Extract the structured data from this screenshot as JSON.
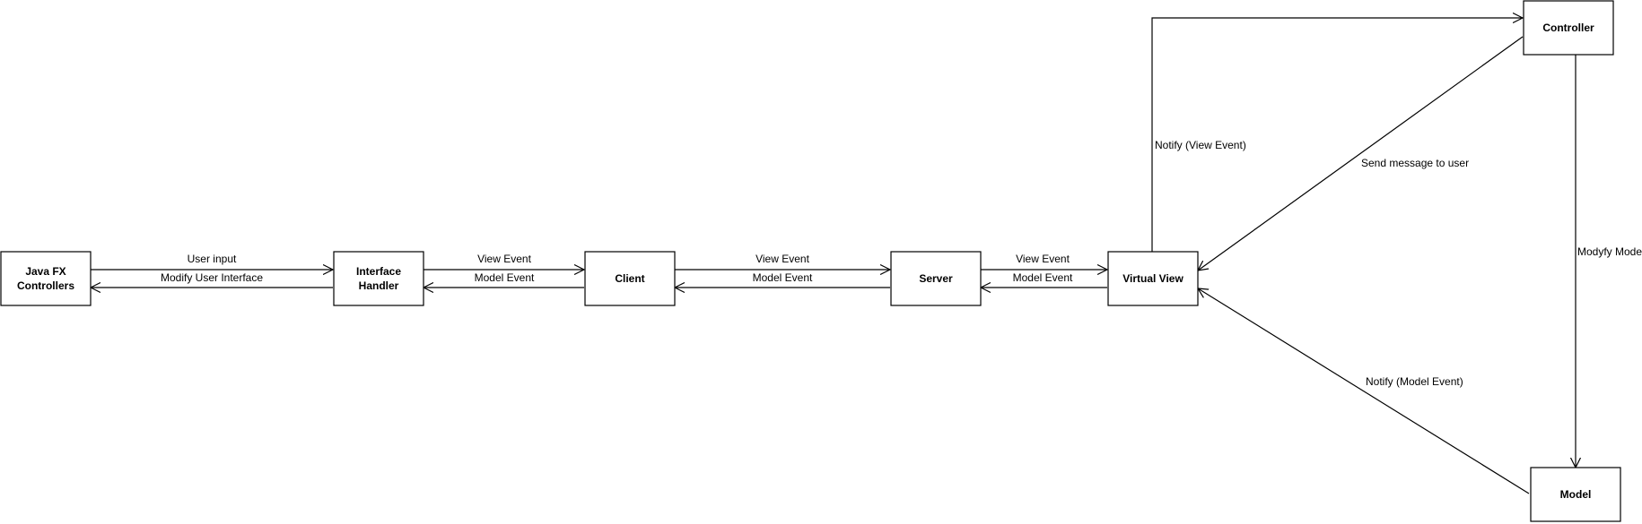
{
  "nodes": {
    "javafx": {
      "lines": [
        "Java FX",
        "Controllers"
      ]
    },
    "interface_handler": {
      "lines": [
        "Interface",
        "Handler"
      ]
    },
    "client": {
      "lines": [
        "Client"
      ]
    },
    "server": {
      "lines": [
        "Server"
      ]
    },
    "virtual_view": {
      "lines": [
        "Virtual View"
      ]
    },
    "controller": {
      "lines": [
        "Controller"
      ]
    },
    "model": {
      "lines": [
        "Model"
      ]
    }
  },
  "edges": {
    "user_input": {
      "from": "javafx",
      "to": "interface_handler",
      "label": "User input"
    },
    "modify_ui": {
      "from": "interface_handler",
      "to": "javafx",
      "label": "Modify User Interface"
    },
    "view_event_1": {
      "from": "interface_handler",
      "to": "client",
      "label": "View Event"
    },
    "model_event_1": {
      "from": "client",
      "to": "interface_handler",
      "label": "Model Event"
    },
    "view_event_2": {
      "from": "client",
      "to": "server",
      "label": "View Event"
    },
    "model_event_2": {
      "from": "server",
      "to": "client",
      "label": "Model Event"
    },
    "view_event_3": {
      "from": "server",
      "to": "virtual_view",
      "label": "View Event"
    },
    "model_event_3": {
      "from": "virtual_view",
      "to": "server",
      "label": "Model Event"
    },
    "notify_view_event": {
      "from": "virtual_view",
      "to": "controller",
      "label": "Notify (View Event)"
    },
    "send_message": {
      "from": "controller",
      "to": "virtual_view",
      "label": "Send message to user"
    },
    "modify_model": {
      "from": "controller",
      "to": "model",
      "label": "Modyfy Model"
    },
    "notify_model_event": {
      "from": "model",
      "to": "virtual_view",
      "label": "Notify (Model Event)"
    }
  }
}
